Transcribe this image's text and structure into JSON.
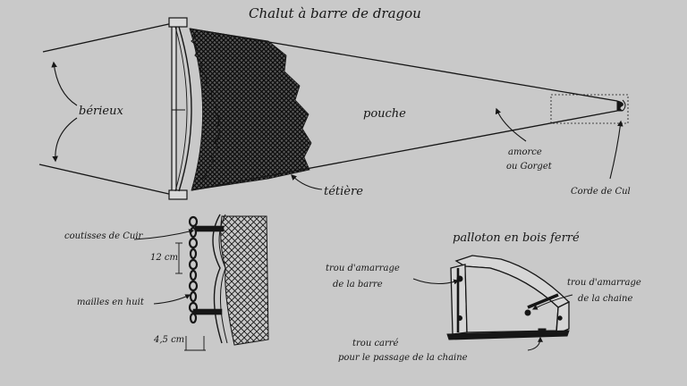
{
  "title": "Chalut à barre de dragou",
  "trawl": {
    "berieux": "bérieux",
    "pouche": "pouche",
    "amorce_line1": "amorce",
    "amorce_line2": "ou Gorget",
    "corde_de_cul": "Corde de Cul",
    "tetiere": "tétière"
  },
  "detail_chain": {
    "coutisses": "coutisses de Cuir",
    "measure_12cm": "12 cm",
    "mailles_en_huit": "mailles en huit",
    "measure_45cm": "4,5 cm"
  },
  "palloton": {
    "title": "palloton en bois ferré",
    "trou_barre_line1": "trou d'amarrage",
    "trou_barre_line2": "de la barre",
    "trou_chaine_line1": "trou d'amarrage",
    "trou_chaine_line2": "de la chaine",
    "trou_carre_line1": "trou carré",
    "trou_carre_line2": "pour le passage de la chaine"
  },
  "colors": {
    "paper": "#c9c9c9",
    "ink": "#161616"
  }
}
